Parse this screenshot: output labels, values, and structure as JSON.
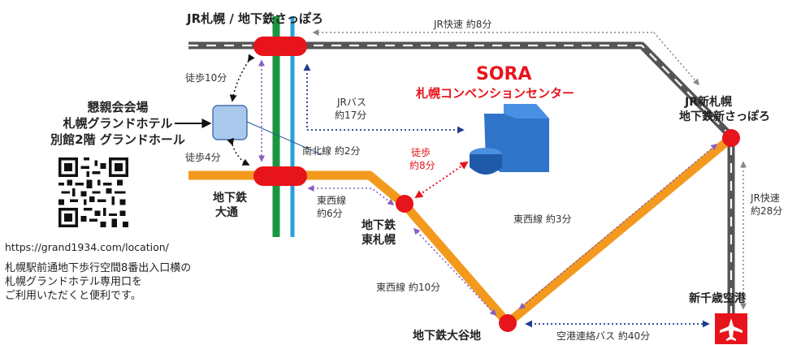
{
  "stations": {
    "sapporo": "JR札幌 / 地下鉄さっぽろ",
    "shin_sapporo_line1": "JR新札幌",
    "shin_sapporo_line2": "地下鉄新さっぽろ",
    "odori_line1": "地下鉄",
    "odori_line2": "大通",
    "higashi_sapporo_line1": "地下鉄",
    "higashi_sapporo_line2": "東札幌",
    "oyachi": "地下鉄大谷地",
    "new_chitose_airport": "新千歳空港"
  },
  "routes": {
    "jr_rapid_top": "JR快速 約8分",
    "jr_bus_line1": "JRバス",
    "jr_bus_line2": "約17分",
    "nanboku_line": "南北線 約2分",
    "walk_top_line1": "徒歩10分",
    "walk_bottom": "徒歩4分",
    "walk_venue_line1": "徒歩",
    "walk_venue_line2": "約8分",
    "tozai_odori_line1": "東西線",
    "tozai_odori_line2": "約6分",
    "tozai_shin": "東西線 約3分",
    "tozai_oyachi": "東西線 約10分",
    "jr_rapid_right_line1": "JR快速",
    "jr_rapid_right_line2": "約28分",
    "airport_bus": "空港連絡バス 約40分"
  },
  "venue": {
    "name_line1": "SORA",
    "name_line2": "札幌コンベンションセンター"
  },
  "reception": {
    "line1": "懇親会会場",
    "line2": "札幌グランドホテル",
    "line3": "別館2階 グランドホール"
  },
  "url": "https://grand1934.com/location/",
  "note": {
    "line1": "札幌駅前通地下歩行空間8番出入口横の",
    "line2": "札幌グランドホテル専用口を",
    "line3": "ご利用いただくと便利です。"
  },
  "colors": {
    "jr_line": "#555555",
    "tozai_line": "#f39a1e",
    "nanboku_line": "#1a9640",
    "toho_line": "#2aa0d8",
    "station": "#e8141c",
    "venue_title": "#e8141c",
    "venue_building": "#2f74c9",
    "hotel_box": "#a9c8ec",
    "arrow_blue": "#1e3d8f",
    "arrow_red": "#e8141c",
    "arrow_purple": "#8a5fc0",
    "arrow_gray": "#888888"
  },
  "icons": [
    "airplane-icon",
    "qr-code-icon",
    "hotel-icon",
    "building-icon"
  ]
}
